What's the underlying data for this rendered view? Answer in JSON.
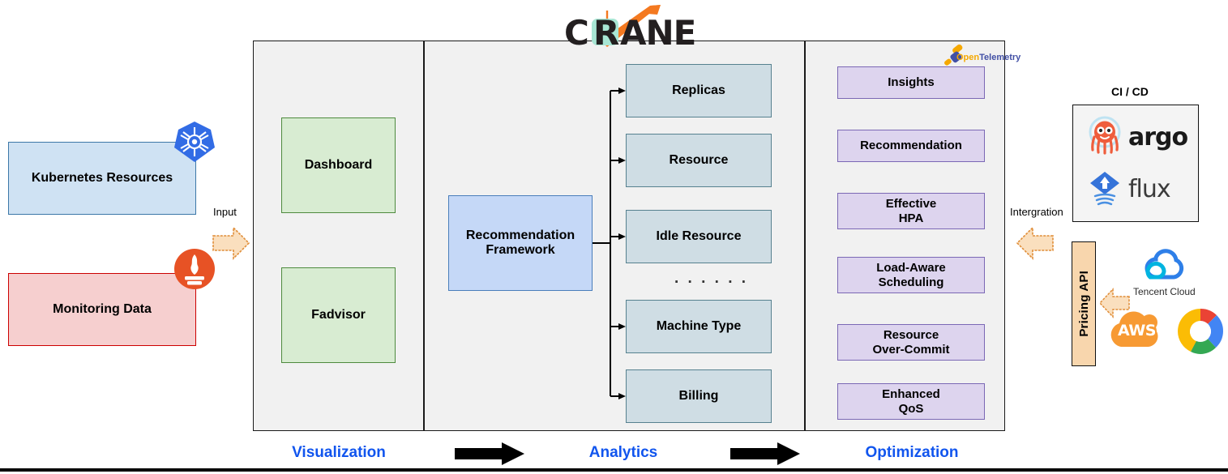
{
  "logo": {
    "name": "crane-logo",
    "text": "CRANE",
    "letters": {
      "c": "C",
      "r": "R",
      "ane": "ANE"
    }
  },
  "inputs": {
    "arrow_label": "Input",
    "sources": [
      {
        "id": "kubernetes-resources",
        "label": "Kubernetes Resources",
        "icon": "kubernetes-icon",
        "fill": "#cfe2f3",
        "stroke": "#3c78a8"
      },
      {
        "id": "monitoring-data",
        "label": "Monitoring Data",
        "icon": "prometheus-icon",
        "fill": "#f6cfcf",
        "stroke": "#cc0000"
      }
    ]
  },
  "stages": [
    {
      "id": "visualization",
      "label": "Visualization"
    },
    {
      "id": "analytics",
      "label": "Analytics"
    },
    {
      "id": "optimization",
      "label": "Optimization"
    }
  ],
  "visualization": {
    "items": [
      {
        "id": "dashboard",
        "label": "Dashboard"
      },
      {
        "id": "fadvisor",
        "label": "Fadvisor"
      }
    ]
  },
  "analytics": {
    "framework": {
      "id": "recommendation-framework",
      "line1": "Recommendation",
      "line2": "Framework"
    },
    "ellipsis": ". . . . . .",
    "items": [
      {
        "id": "replicas",
        "label": "Replicas"
      },
      {
        "id": "resource",
        "label": "Resource"
      },
      {
        "id": "idle-resource",
        "label": "Idle Resource"
      },
      {
        "id": "machine-type",
        "label": "Machine Type"
      },
      {
        "id": "billing",
        "label": "Billing"
      }
    ]
  },
  "optimization": {
    "telemetry_logo": {
      "name": "opentelemetry-logo",
      "part1": "Open",
      "part2": "Telemetry"
    },
    "items": [
      {
        "id": "insights",
        "line1": "Insights",
        "line2": ""
      },
      {
        "id": "recommendation",
        "line1": "Recommendation",
        "line2": ""
      },
      {
        "id": "effective-hpa",
        "line1": "Effective",
        "line2": "HPA"
      },
      {
        "id": "load-aware-scheduling",
        "line1": "Load-Aware",
        "line2": "Scheduling"
      },
      {
        "id": "resource-over-commit",
        "line1": "Resource",
        "line2": "Over-Commit"
      },
      {
        "id": "enhanced-qos",
        "line1": "Enhanced",
        "line2": "QoS"
      }
    ]
  },
  "integration": {
    "arrow_label": "Intergration",
    "cicd_title": "CI / CD",
    "cicd_tools": [
      {
        "id": "argo",
        "label": "argo",
        "icon": "argo-octopus-icon"
      },
      {
        "id": "flux",
        "label": "flux",
        "icon": "flux-diamond-icon"
      }
    ]
  },
  "pricing": {
    "api_label": "Pricing API",
    "clouds": [
      {
        "id": "tencent-cloud",
        "label": "Tencent Cloud",
        "icon": "tencent-cloud-icon"
      },
      {
        "id": "aws",
        "label": "AWS",
        "icon": "aws-cloud-icon"
      },
      {
        "id": "google-cloud",
        "label": "",
        "icon": "google-cloud-icon"
      }
    ]
  },
  "colors": {
    "panel_bg": "#f1f1f1",
    "stage_label": "#1155ee",
    "analytics_box": "#cfdde4",
    "optimization_box": "#ddd4ee",
    "visualization_box": "#d8ecd2",
    "framework_box": "#c5d8f7",
    "input_arrow": "#f9dfc0",
    "pricing_api": "#f8d6ad"
  }
}
